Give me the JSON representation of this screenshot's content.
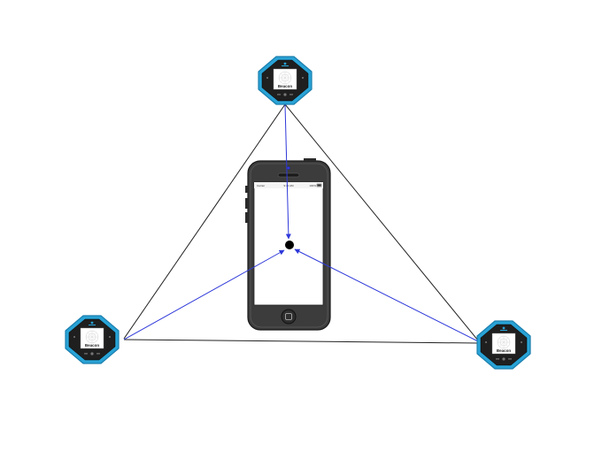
{
  "beacons": [
    {
      "id": "top",
      "label": "Beacon"
    },
    {
      "id": "left",
      "label": "Beacon"
    },
    {
      "id": "right",
      "label": "Beacon"
    }
  ],
  "phone": {
    "status_carrier": "Carrier",
    "status_time": "9:41 AM",
    "status_battery": "100%"
  },
  "colors": {
    "beacon_accent": "#29a3d6",
    "beacon_body": "#1f1f1f",
    "signal_line": "#2f39d9",
    "triangle_line": "#222222",
    "phone_body": "#3c3c3c"
  }
}
